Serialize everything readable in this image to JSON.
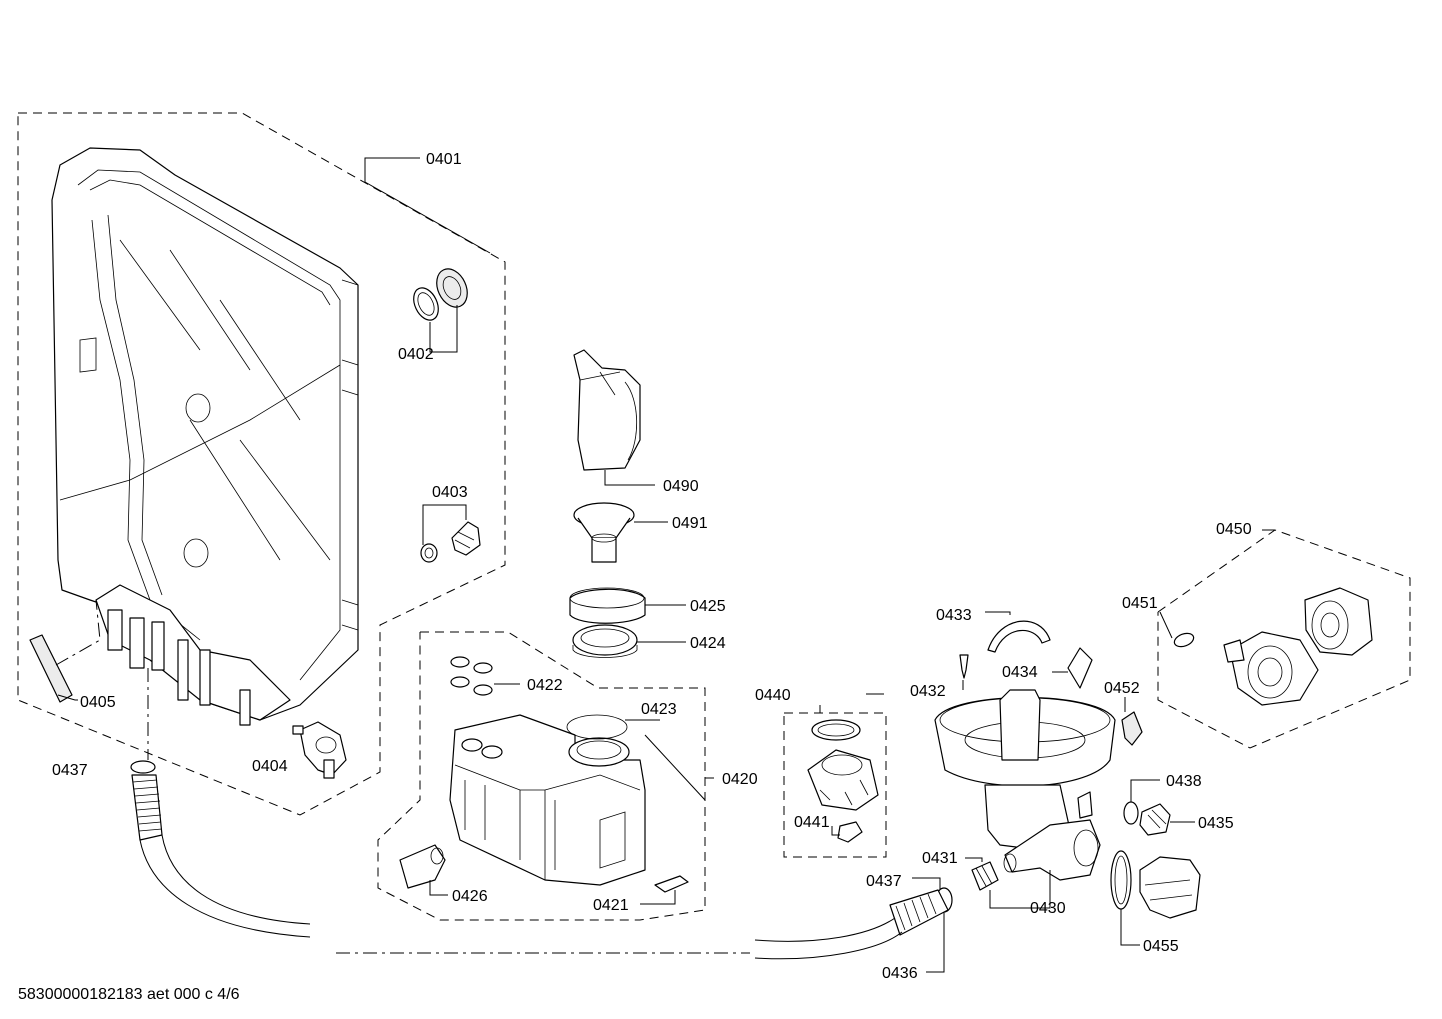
{
  "labels": {
    "p0401": "0401",
    "p0402": "0402",
    "p0403": "0403",
    "p0404": "0404",
    "p0405": "0405",
    "p0420": "0420",
    "p0421": "0421",
    "p0422": "0422",
    "p0423": "0423",
    "p0424": "0424",
    "p0425": "0425",
    "p0426": "0426",
    "p0430": "0430",
    "p0431": "0431",
    "p0432": "0432",
    "p0433": "0433",
    "p0434": "0434",
    "p0435": "0435",
    "p0436": "0436",
    "p0437a": "0437",
    "p0437b": "0437",
    "p0438": "0438",
    "p0440": "0440",
    "p0441": "0441",
    "p0450": "0450",
    "p0451": "0451",
    "p0452": "0452",
    "p0455": "0455",
    "p0490": "0490",
    "p0491": "0491"
  },
  "footer": "58300000182183 aet 000 c 4/6"
}
